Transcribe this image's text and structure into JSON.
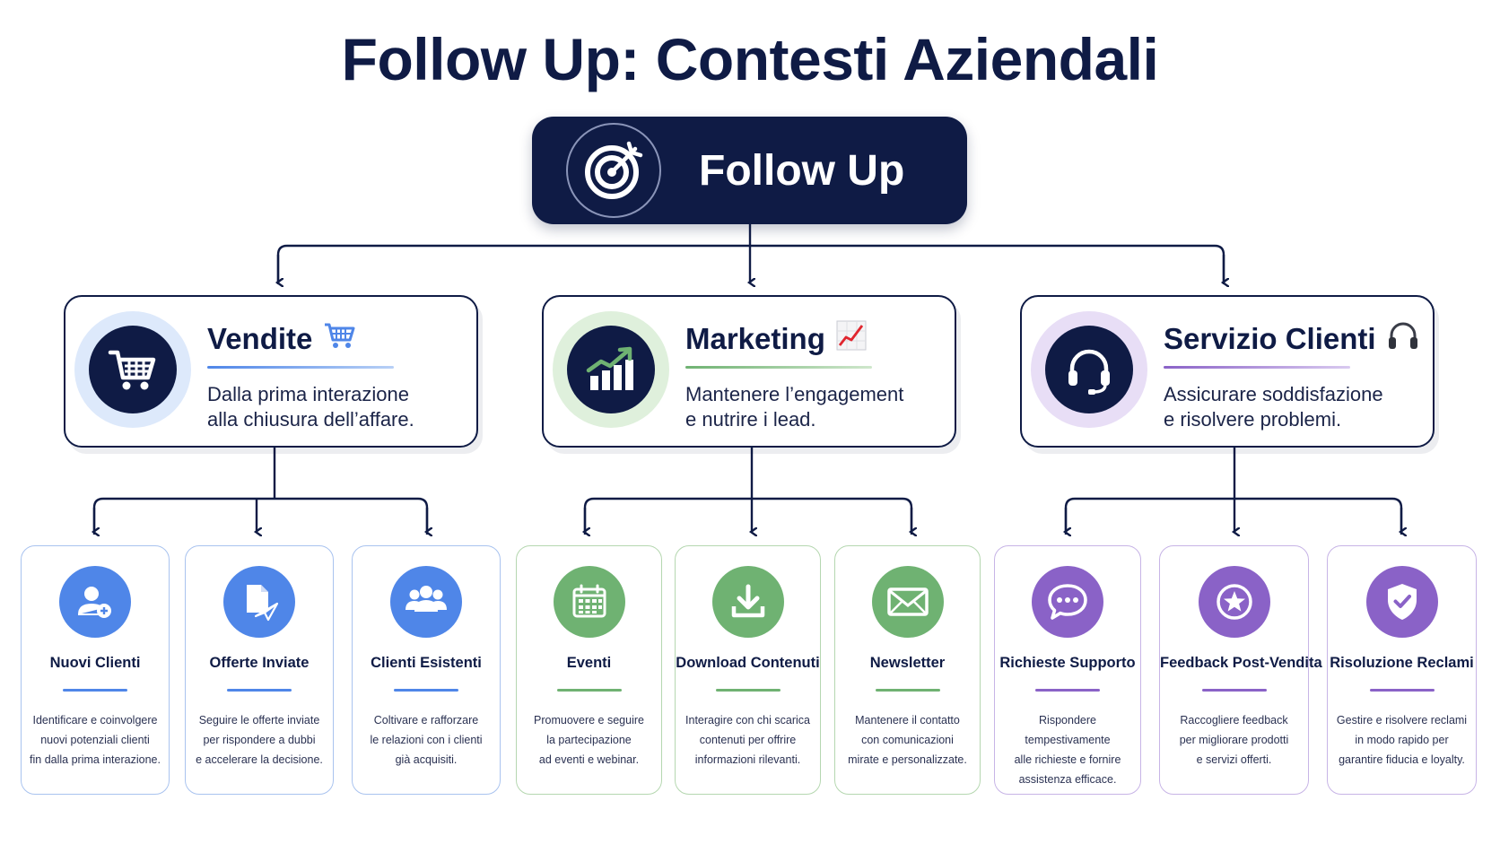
{
  "title": "Follow Up: Contesti Aziendali",
  "root": {
    "label": "Follow Up",
    "icon": "target-icon"
  },
  "colors": {
    "navy": "#0f1b45",
    "blue": "#4f86e8",
    "green": "#6fb272",
    "purple": "#8a62c7"
  },
  "categories": [
    {
      "title": "Vendite",
      "title_icon": "cart-icon",
      "icon": "shopping-cart-icon",
      "desc_line1": "Dalla prima interazione",
      "desc_line2": "alla chiusura dell’affare."
    },
    {
      "title": "Marketing",
      "title_icon": "trend-chart-icon",
      "icon": "growth-chart-icon",
      "desc_line1": "Mantenere l’engagement",
      "desc_line2": "e nutrire i lead."
    },
    {
      "title": "Servizio Clienti",
      "title_icon": "headphones-icon",
      "icon": "headset-icon",
      "desc_line1": "Assicurare soddisfazione",
      "desc_line2": "e risolvere problemi."
    }
  ],
  "subs": [
    {
      "title": "Nuovi Clienti",
      "icon": "add-user-icon",
      "l1": "Identificare e coinvolgere",
      "l2": "nuovi potenziali clienti",
      "l3": "fin dalla prima interazione."
    },
    {
      "title": "Offerte Inviate",
      "icon": "document-send-icon",
      "l1": "Seguire le offerte inviate",
      "l2": "per rispondere a dubbi",
      "l3": "e accelerare la decisione."
    },
    {
      "title": "Clienti Esistenti",
      "icon": "users-group-icon",
      "l1": "Coltivare e rafforzare",
      "l2": "le relazioni con i clienti",
      "l3": "già acquisiti."
    },
    {
      "title": "Eventi",
      "icon": "calendar-icon",
      "l1": "Promuovere e seguire",
      "l2": "la partecipazione",
      "l3": "ad eventi e webinar."
    },
    {
      "title": "Download Contenuti",
      "icon": "download-icon",
      "l1": "Interagire con chi scarica",
      "l2": "contenuti per offrire",
      "l3": "informazioni rilevanti."
    },
    {
      "title": "Newsletter",
      "icon": "envelope-icon",
      "l1": "Mantenere il contatto",
      "l2": "con comunicazioni",
      "l3": "mirate e personalizzate."
    },
    {
      "title": "Richieste Supporto",
      "icon": "chat-bubble-icon",
      "l1": "Rispondere tempestivamente",
      "l2": "alle richieste e fornire",
      "l3": "assistenza efficace."
    },
    {
      "title": "Feedback Post-Vendita",
      "icon": "star-icon",
      "l1": "Raccogliere feedback",
      "l2": "per migliorare prodotti",
      "l3": "e servizi offerti."
    },
    {
      "title": "Risoluzione Reclami",
      "icon": "shield-check-icon",
      "l1": "Gestire e risolvere reclami",
      "l2": "in modo rapido per",
      "l3": "garantire fiducia e loyalty."
    }
  ]
}
